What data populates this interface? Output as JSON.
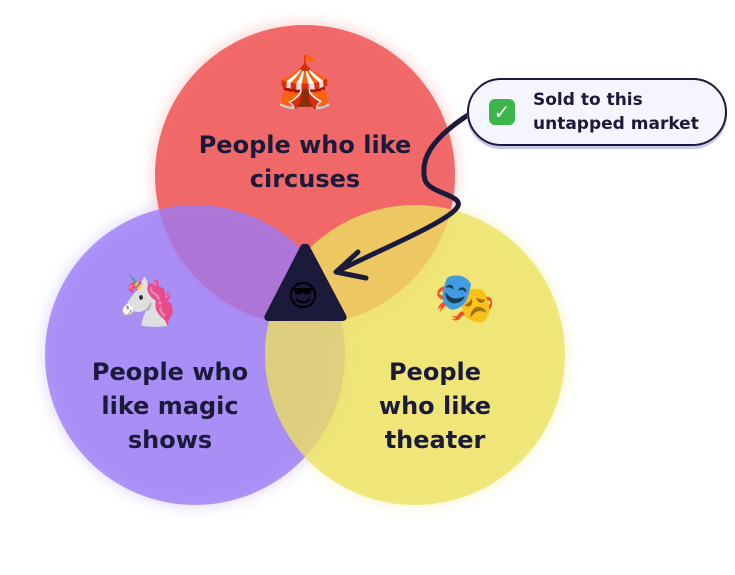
{
  "circles": [
    {
      "label": "People who like circuses",
      "emoji": "🎪",
      "color": "#f06060",
      "icon": "circus-tent-icon"
    },
    {
      "label": "People who like magic shows",
      "emoji": "🦄",
      "color": "#9b7bf5",
      "icon": "unicorn-icon"
    },
    {
      "label": "People who like theater",
      "emoji": "🎭",
      "color": "#ece160",
      "icon": "theater-masks-icon"
    }
  ],
  "center": {
    "emoji": "😎",
    "icon": "sunglasses-face-icon",
    "color": "#1b1a3a"
  },
  "callout": {
    "text_line1": "Sold to this",
    "text_line2": "untapped market",
    "check": "✓",
    "icon": "check-mark-icon"
  }
}
